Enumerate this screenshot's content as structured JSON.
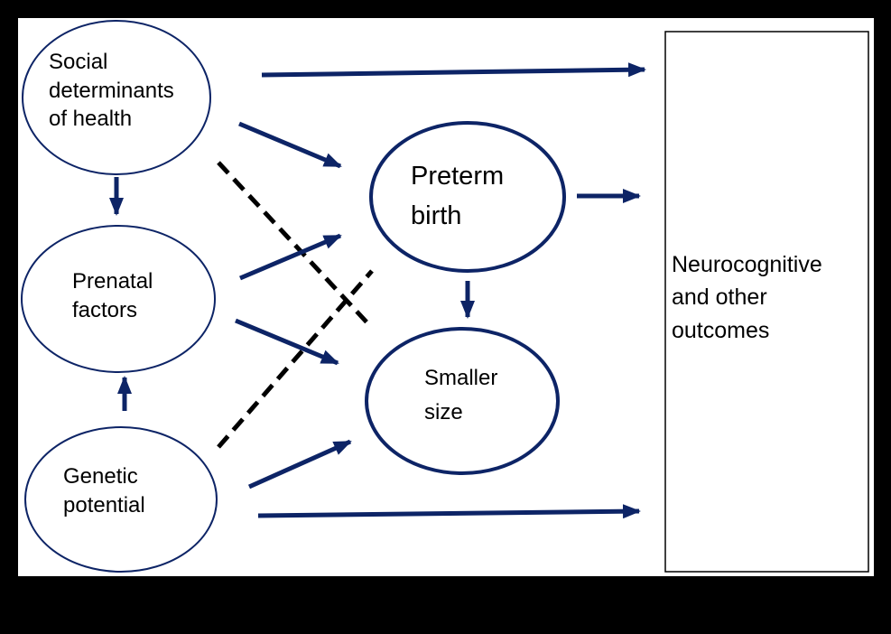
{
  "colors": {
    "background": "#000000",
    "panel": "#ffffff",
    "node_border": "#0d2466",
    "arrow": "#0d2466",
    "dashed": "#000000"
  },
  "nodes": {
    "social": {
      "lines": [
        "Social",
        "determinants",
        "of health"
      ]
    },
    "prenatal": {
      "lines": [
        "Prenatal",
        "factors"
      ]
    },
    "genetic": {
      "lines": [
        "Genetic",
        "potential"
      ]
    },
    "preterm": {
      "lines": [
        "Preterm",
        "birth"
      ]
    },
    "smaller": {
      "lines": [
        "Smaller",
        "size"
      ]
    },
    "outcomes": {
      "lines": [
        "Neurocognitive",
        "and other",
        "outcomes"
      ]
    }
  }
}
